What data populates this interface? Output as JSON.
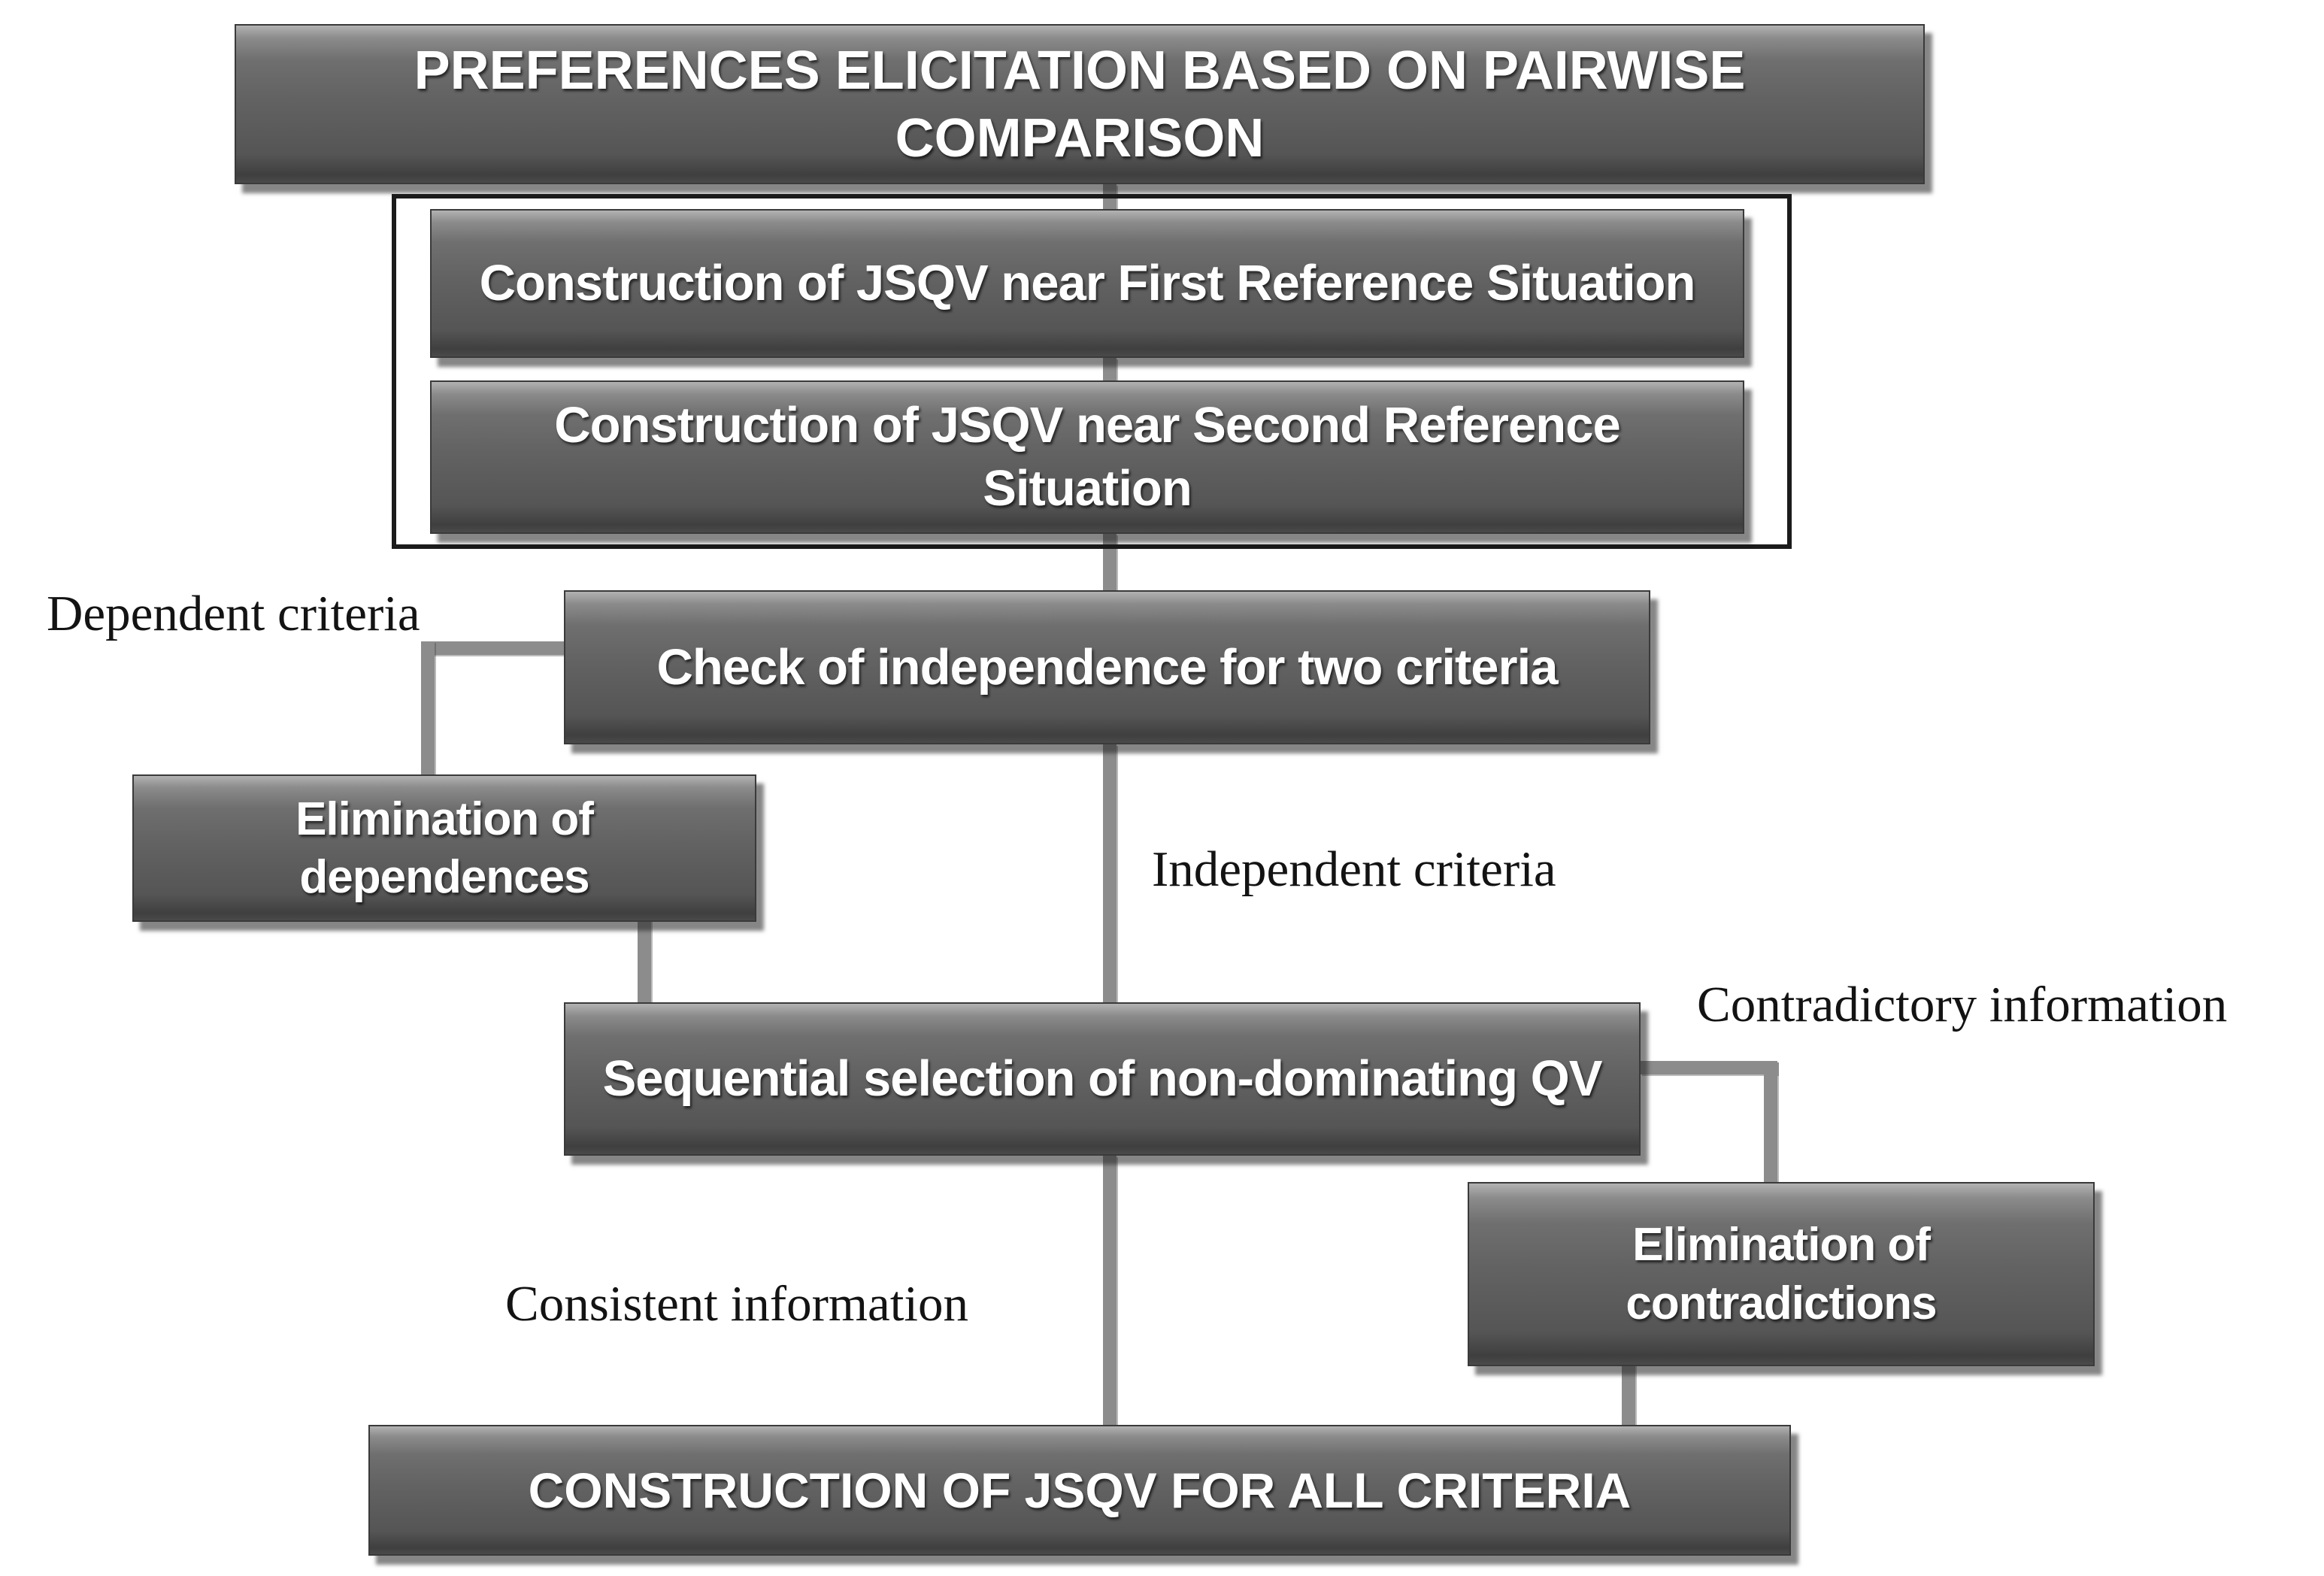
{
  "diagram": {
    "type": "flowchart",
    "nodes": {
      "top": "PREFERENCES ELICITATION BASED ON PAIRWISE COMPARISON",
      "first_ref": "Construction of JSQV near First Reference Situation",
      "second_ref": "Construction of JSQV near Second Reference Situation",
      "check": "Check of independence for two criteria",
      "elim_dep": "Elimination of dependences",
      "seq_sel": "Sequential selection of non-dominating QV",
      "elim_con": "Elimination of contradictions",
      "bottom": "CONSTRUCTION OF JSQV FOR ALL CRITERIA"
    },
    "edge_labels": {
      "dependent": "Dependent criteria",
      "independent": "Independent criteria",
      "contradictory": "Contradictory information",
      "consistent": "Consistent information"
    },
    "colors": {
      "background": "#ffffff",
      "box_fill_light": "#b2b2b2",
      "box_fill_dark": "#4a4a4a",
      "box_border": "#3a3a3a",
      "box_text": "#ffffff",
      "connector": "#8c8c8c",
      "group_frame_border": "#1b1b1b",
      "edge_label_text": "#131313"
    }
  }
}
